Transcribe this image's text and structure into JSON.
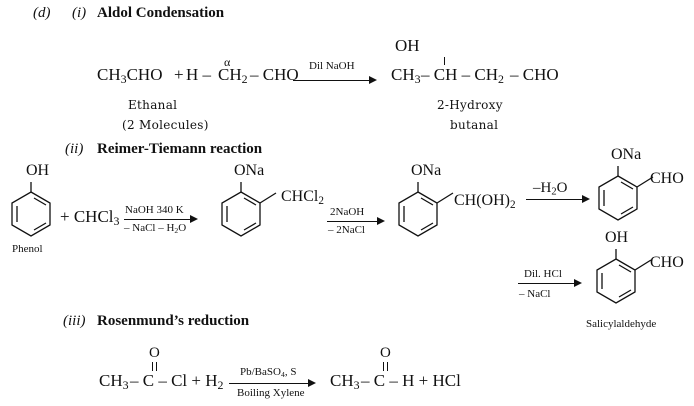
{
  "section": {
    "label": "(d)",
    "parts": [
      {
        "number": "(i)",
        "title": "Aldol Condensation",
        "reactant_1": "CH3CHO",
        "plus": "+",
        "reactant_2_prefix": "H –",
        "alpha_mark": "α",
        "reactant_2_ch": "CH",
        "reactant_2_sub": "2",
        "reactant_2_suffix": "– CHO",
        "reagent": "Dil NaOH",
        "product_ch3": "CH",
        "product_ch3_sub": "3",
        "product_oh": "OH",
        "product_rest_1": "– CH – CH",
        "product_rest_sub": "2",
        "product_rest_2": "– CHO",
        "reactant_name": "Ethanal",
        "reactant_note": "(2 Molecules)",
        "product_name_1": "2-Hydroxy",
        "product_name_2": "butanal"
      },
      {
        "number": "(ii)",
        "title": "Reimer-Tiemann reaction",
        "phenol_oh": "OH",
        "phenol_name": "Phenol",
        "plus_chcl3": "+ CHCl",
        "chcl3_sub": "3",
        "step1_top": "NaOH 340 K",
        "step1_bottom": "– NaCl – H2O",
        "int1_top": "ONa",
        "int1_side": "CHCl",
        "int1_side_sub": "2",
        "step2_top": "2NaOH",
        "step2_bottom": "– 2NaCl",
        "int2_top": "ONa",
        "int2_side": "CH(OH)",
        "int2_side_sub": "2",
        "step3_top": "–H2O",
        "int3_top": "ONa",
        "int3_side": "CHO",
        "step4_top": "Dil. HCl",
        "step4_bottom": "– NaCl",
        "product_top": "OH",
        "product_side": "CHO",
        "product_name": "Salicylaldehyde"
      },
      {
        "number": "(iii)",
        "title": "Rosenmund’s reduction",
        "r_ch3": "CH",
        "r_ch3_sub": "3",
        "r_o": "O",
        "r_mid": "– C – Cl + H",
        "r_h2_sub": "2",
        "reagent_top": "Pb/BaSO4, S",
        "reagent_bottom": "Boiling Xylene",
        "p_ch3": "CH",
        "p_ch3_sub": "3",
        "p_o": "O",
        "p_mid": "– C – H + HCl"
      }
    ]
  }
}
